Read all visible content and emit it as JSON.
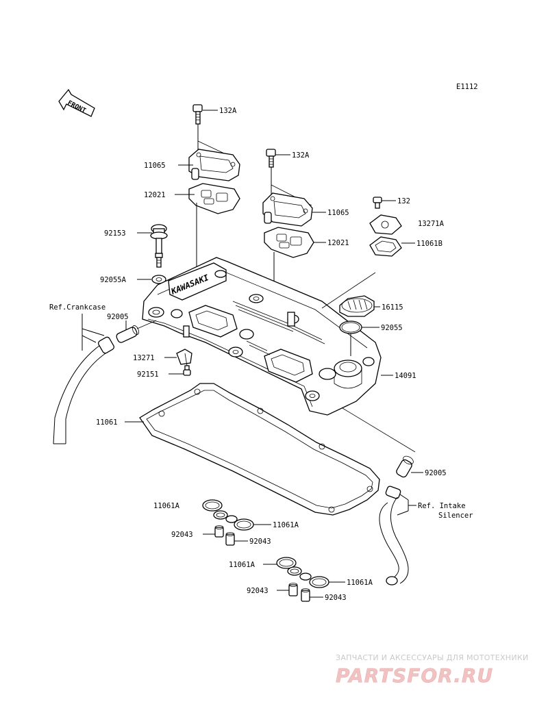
{
  "diagram_code": "E1112",
  "front_label": "FRONT",
  "brand_on_cover": "KAWASAKI",
  "callouts": {
    "c132a_1": "132A",
    "c132a_2": "132A",
    "c132": "132",
    "c11065_1": "11065",
    "c11065_2": "11065",
    "c12021_1": "12021",
    "c12021_2": "12021",
    "c13271a": "13271A",
    "c11061b": "11061B",
    "c92153": "92153",
    "c92055a": "92055A",
    "c16115": "16115",
    "c92055": "92055",
    "ref_crankcase": "Ref.Crankcase",
    "c92005_1": "92005",
    "c13271": "13271",
    "c92151": "92151",
    "c14091": "14091",
    "c11061": "11061",
    "c92005_2": "92005",
    "ref_intake_1": "Ref. Intake",
    "ref_intake_2": "Silencer",
    "c11061a_1": "11061A",
    "c11061a_2": "11061A",
    "c11061a_3": "11061A",
    "c11061a_4": "11061A",
    "c92043_1": "92043",
    "c92043_2": "92043",
    "c92043_3": "92043",
    "c92043_4": "92043"
  },
  "watermark": {
    "top": "ЗАПЧАСТИ И АКСЕССУАРЫ ДЛЯ МОТОТЕХНИКИ",
    "logo": "PARTSFOR.RU"
  }
}
